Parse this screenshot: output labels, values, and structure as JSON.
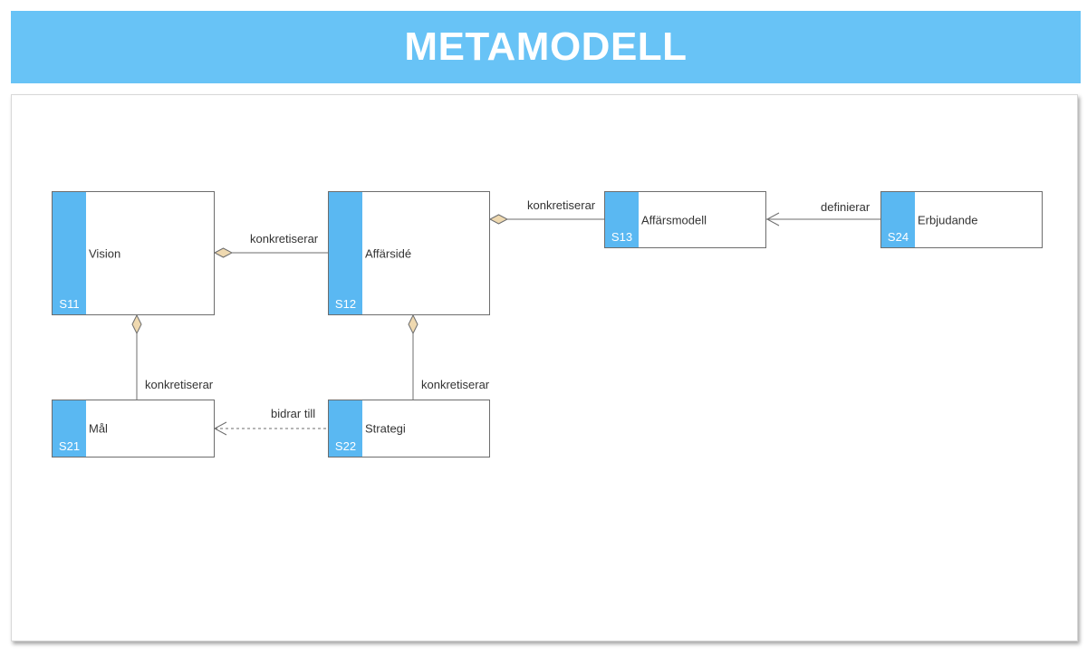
{
  "header": {
    "title": "METAMODELL"
  },
  "colors": {
    "header_bg": "#68c3f6",
    "entity_bar": "#5ab8f2",
    "diamond_fill": "#efd9b0"
  },
  "entities": {
    "vision": {
      "name": "Vision",
      "code": "S11"
    },
    "affarside": {
      "name": "Affärsidé",
      "code": "S12"
    },
    "affarsmodell": {
      "name": "Affärsmodell",
      "code": "S13"
    },
    "erbjudande": {
      "name": "Erbjudande",
      "code": "S24"
    },
    "mal": {
      "name": "Mål",
      "code": "S21"
    },
    "strategi": {
      "name": "Strategi",
      "code": "S22"
    }
  },
  "relations": {
    "vision_affarside": "konkretiserar",
    "affarside_affarsmodell": "konkretiserar",
    "erbjudande_affarsmodell": "definierar",
    "vision_mal": "konkretiserar",
    "affarside_strategi": "konkretiserar",
    "strategi_mal": "bidrar till"
  }
}
